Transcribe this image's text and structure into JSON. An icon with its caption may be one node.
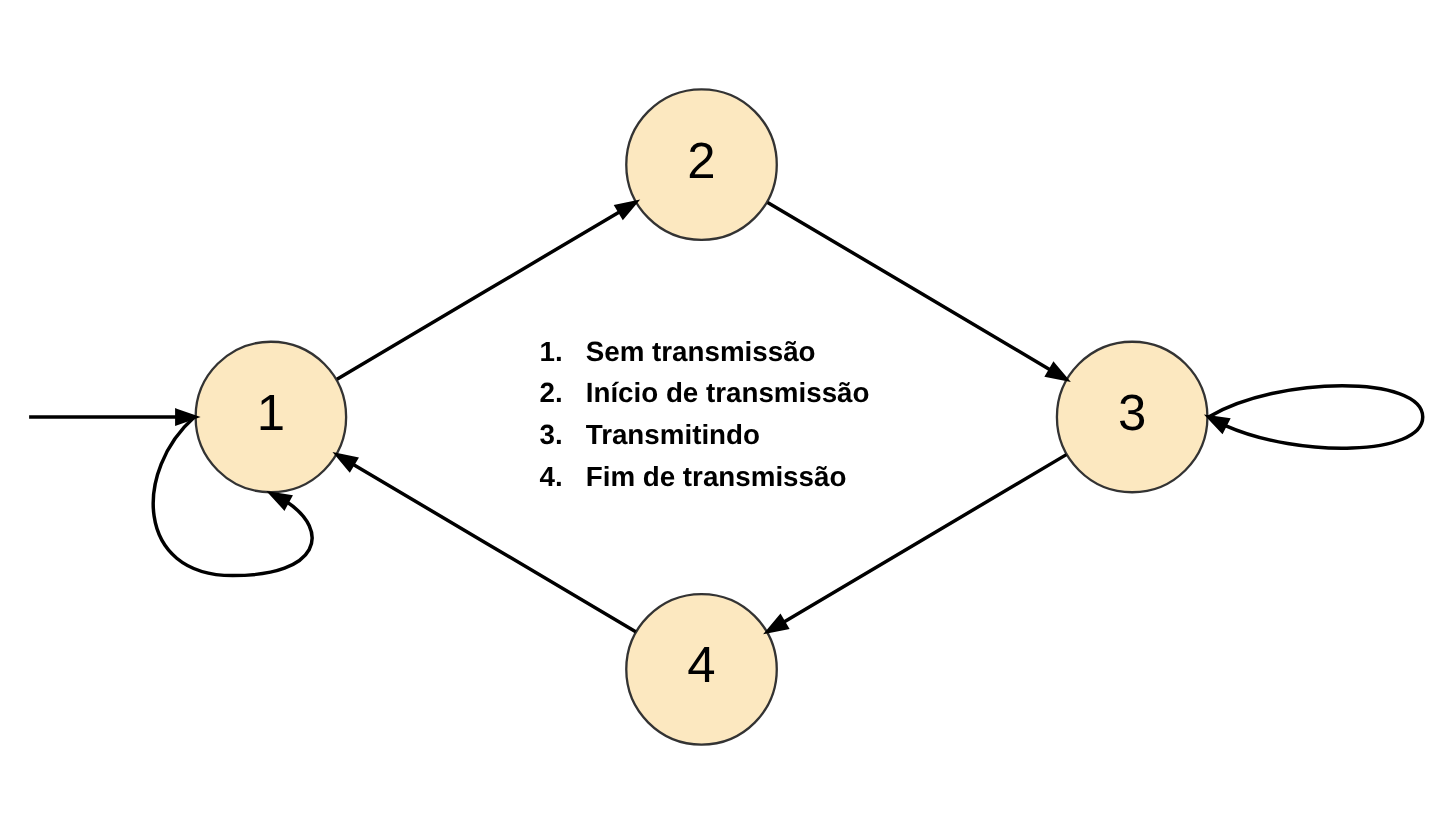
{
  "diagram": {
    "nodes": [
      {
        "text": [
          "1"
        ]
      },
      {
        "text": [
          "2"
        ]
      },
      {
        "text": [
          "3"
        ]
      },
      {
        "text": [
          "4"
        ]
      }
    ],
    "edges": [
      {
        "from": null,
        "to": 0,
        "arrow": "to"
      },
      {
        "from": 0,
        "to": 0,
        "arrow": "to"
      },
      {
        "from": 0,
        "to": 1,
        "arrow": "to"
      },
      {
        "from": 1,
        "to": 2,
        "arrow": "to"
      },
      {
        "from": 2,
        "to": 2,
        "arrow": "to"
      },
      {
        "from": 2,
        "to": 3,
        "arrow": "to"
      },
      {
        "from": 3,
        "to": 0,
        "arrow": "to"
      }
    ],
    "labels": [
      "1.   Sem transmissão",
      "2.   Início de transmissão",
      "3.   Transmitindo",
      "4.   Fim de transmissão"
    ]
  }
}
